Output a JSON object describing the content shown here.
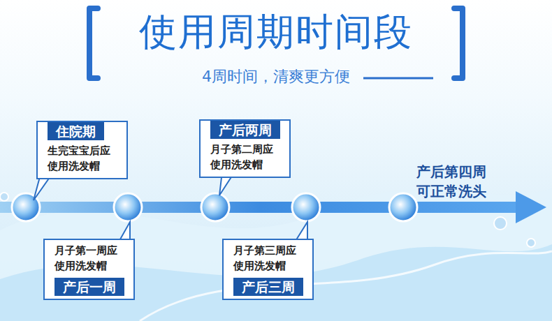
{
  "diagram": {
    "title": "使用周期时间段",
    "nodes": [
      {
        "text": [
          "住院期",
          "生完宝宝后应 使用洗发帽"
        ]
      },
      {
        "text": [
          "月子第一周应 使用洗发帽",
          "产后一周"
        ]
      },
      {
        "text": [
          "产后两周",
          "月子第二周应 使用洗发帽"
        ]
      },
      {
        "text": [
          "月子第三周应 使用洗发帽",
          "产后三周"
        ]
      }
    ],
    "labels": [
      "4周时间，清爽更方便",
      "产后第四周 可正常洗头"
    ]
  }
}
